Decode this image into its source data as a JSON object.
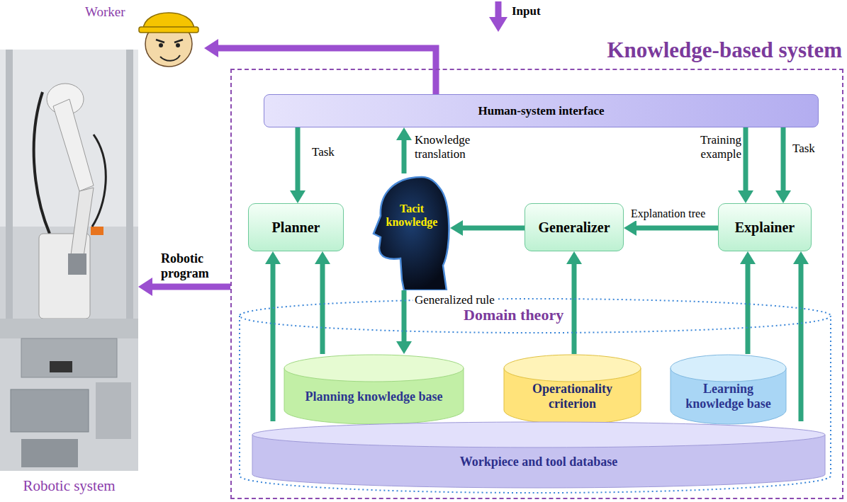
{
  "diagram": {
    "nodes": [
      {
        "text": [
          "Worker"
        ]
      },
      {
        "text": [
          "Knowledge-based system"
        ]
      },
      {
        "text": [
          "Human-system interface"
        ],
        "in": 1
      },
      {
        "text": [
          "Planner"
        ],
        "in": 1
      },
      {
        "text": [
          "Tacit knowledge"
        ],
        "in": 1
      },
      {
        "text": [
          "Generalizer"
        ],
        "in": 1
      },
      {
        "text": [
          "Explainer"
        ],
        "in": 1
      },
      {
        "text": [
          "Domain theory"
        ],
        "in": 1
      },
      {
        "text": [
          "Planning knowledge base"
        ],
        "in": 7
      },
      {
        "text": [
          "Operationality criterion"
        ],
        "in": 7
      },
      {
        "text": [
          "Learning knowledge base"
        ],
        "in": 7
      },
      {
        "text": [
          "Workpiece and tool database"
        ],
        "in": 7
      },
      {
        "text": [
          "Robotic system"
        ]
      }
    ],
    "edges": [
      {
        "from": 2,
        "to": 0,
        "arrow": "to"
      },
      {
        "from": 2,
        "to": 3,
        "label": "Task",
        "arrow": "to"
      },
      {
        "from": 4,
        "to": 2,
        "label": "Knowledge translation",
        "arrow": "to"
      },
      {
        "from": 2,
        "to": 6,
        "label": "Training example",
        "arrow": "to"
      },
      {
        "from": 2,
        "to": 6,
        "label": "Task",
        "arrow": "to"
      },
      {
        "from": 6,
        "to": 5,
        "label": "Explanation tree",
        "arrow": "to"
      },
      {
        "from": 5,
        "to": 4,
        "arrow": "to"
      },
      {
        "from": 4,
        "to": 8,
        "label": "Generalized rule",
        "arrow": "to"
      },
      {
        "from": 8,
        "to": 3,
        "arrow": "to"
      },
      {
        "from": 11,
        "to": 3,
        "arrow": "to"
      },
      {
        "from": 9,
        "to": 5,
        "arrow": "to"
      },
      {
        "from": 10,
        "to": 6,
        "arrow": "to"
      },
      {
        "from": 11,
        "to": 6,
        "arrow": "to"
      },
      {
        "from": 1,
        "to": 12,
        "label": "Robotic program",
        "arrow": "to"
      }
    ],
    "labels": [
      "Input"
    ]
  }
}
